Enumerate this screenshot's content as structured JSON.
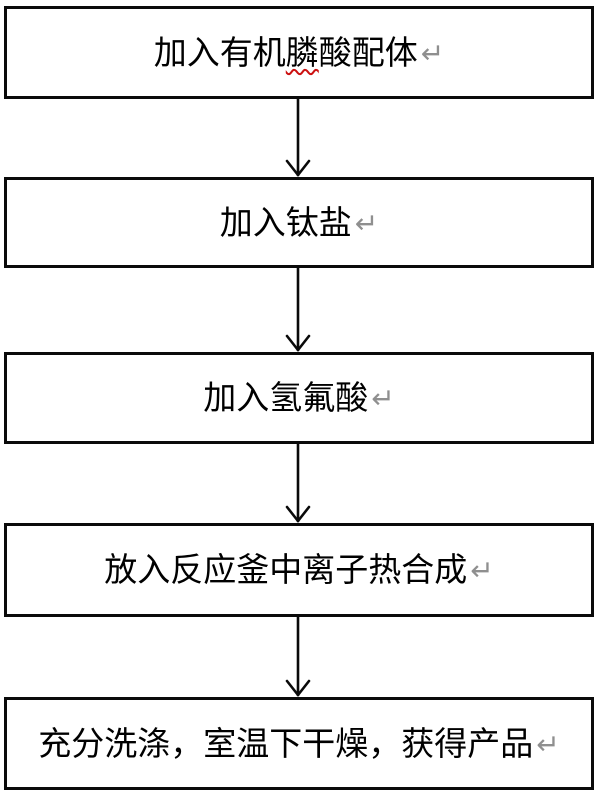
{
  "colors": {
    "background": "#ffffff",
    "box_border": "#000000",
    "text": "#000000",
    "arrow": "#000000",
    "return_mark": "#8f8f8f",
    "spellcheck_underline": "#cc1111"
  },
  "return_mark_glyph": "↵",
  "flowchart": {
    "steps": [
      {
        "label": "加入有机膦酸配体",
        "prefix": "加入有机",
        "spellchecked": "膦",
        "suffix": "酸配体"
      },
      {
        "label": "加入钛盐"
      },
      {
        "label": "加入氢氟酸"
      },
      {
        "label": "放入反应釜中离子热合成"
      },
      {
        "label": "充分洗涤，室温下干燥，获得产品"
      }
    ]
  }
}
